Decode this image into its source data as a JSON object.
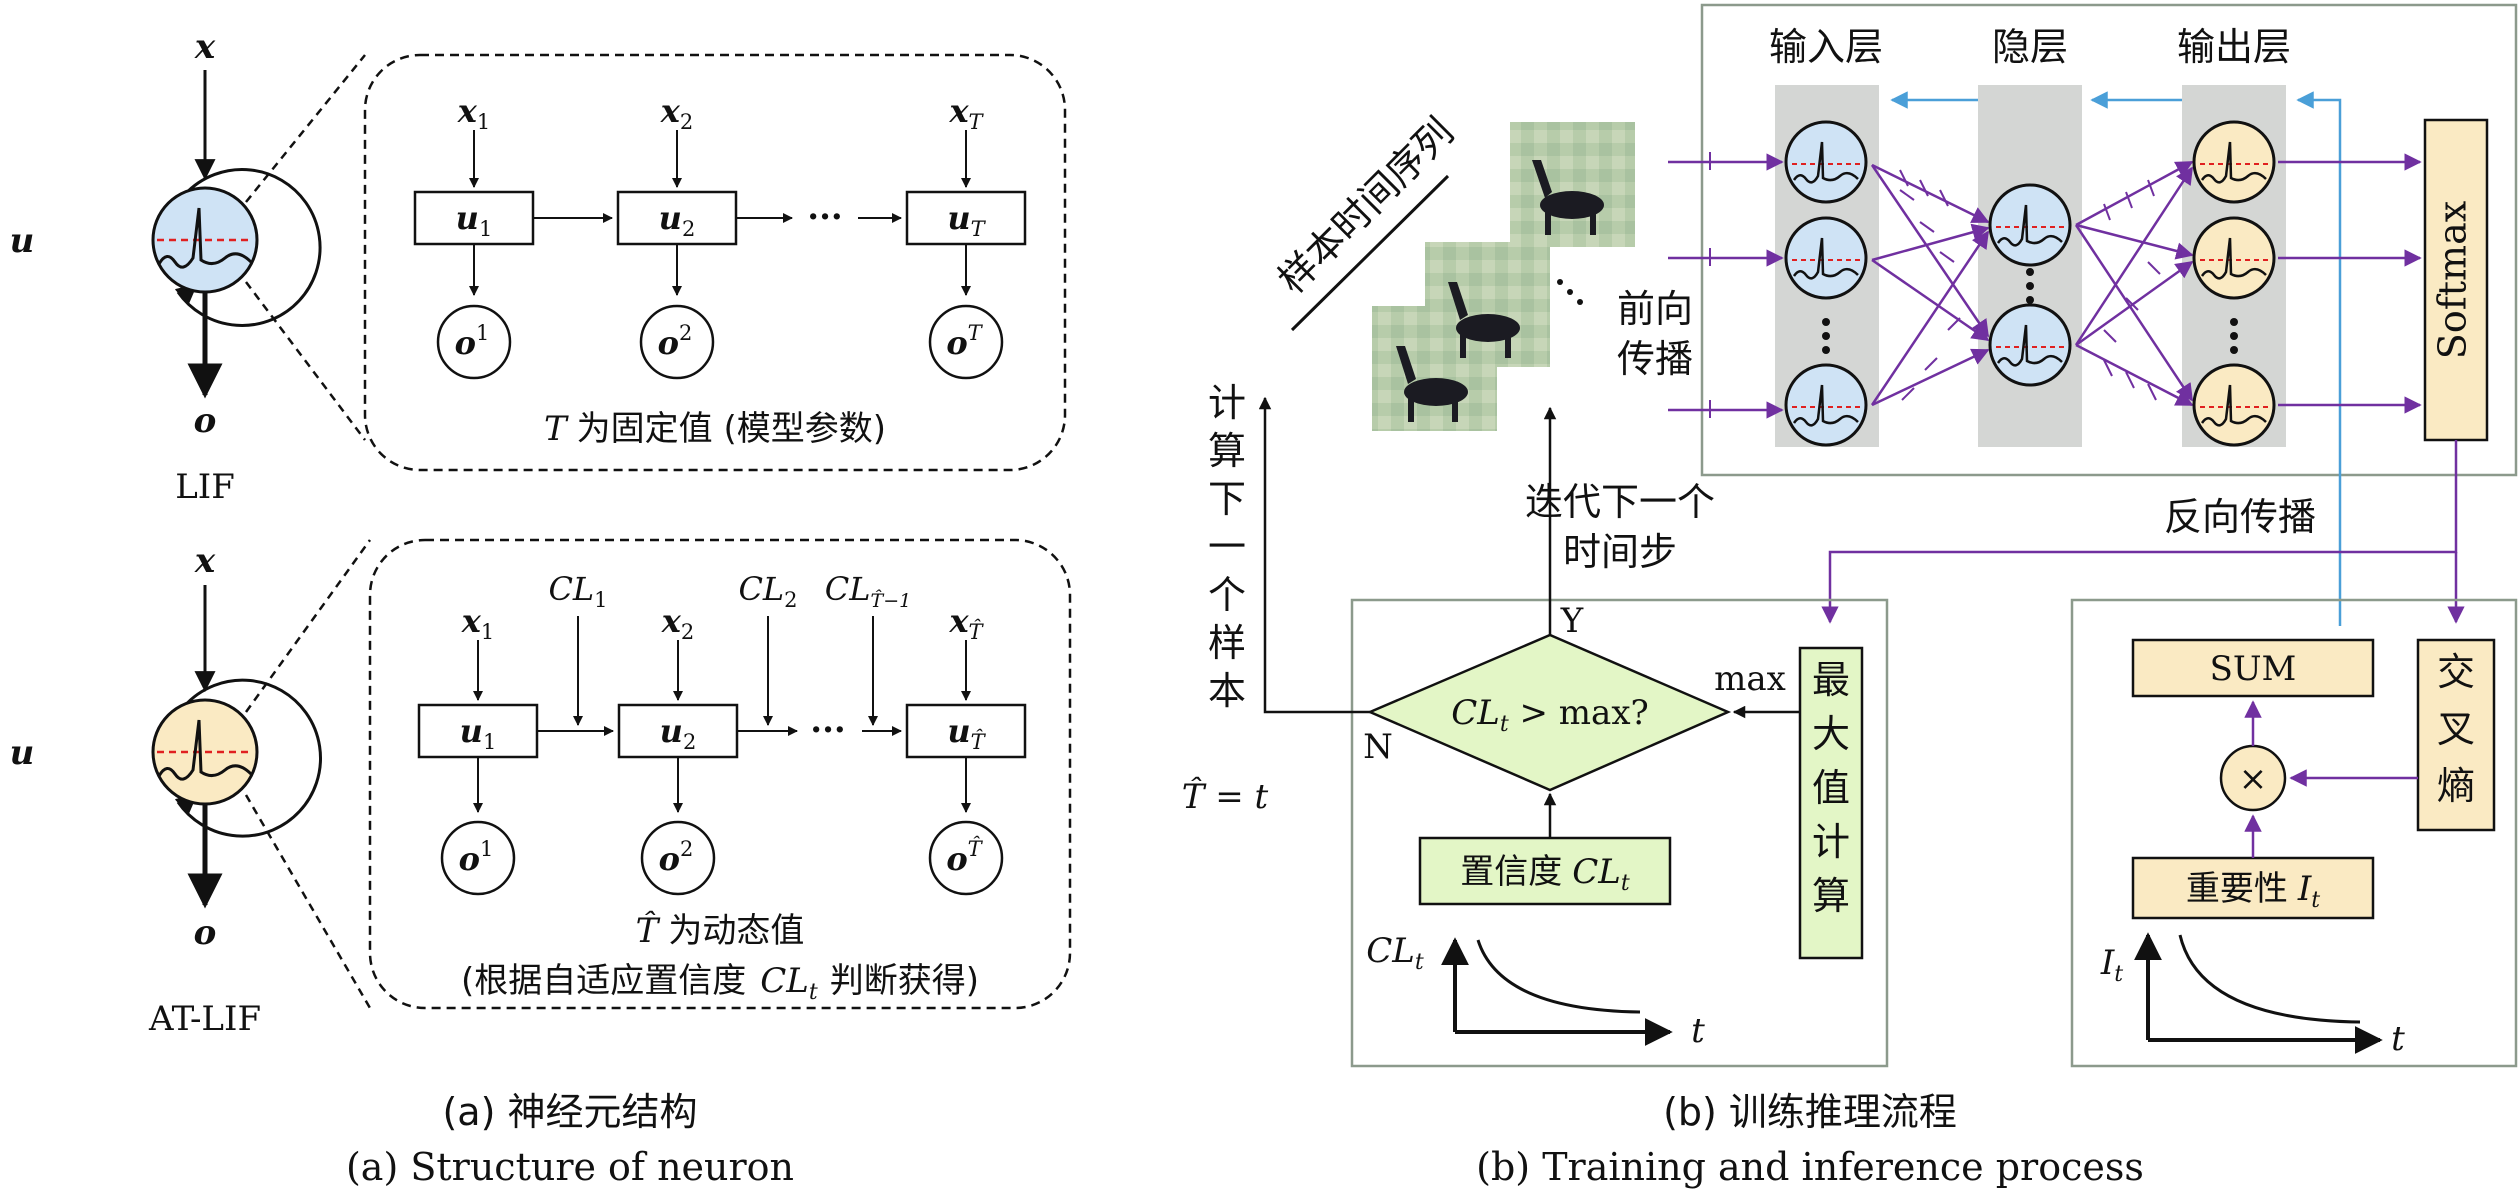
{
  "colors": {
    "neuron_blue": "#cfe3f5",
    "neuron_yellow": "#faeac3",
    "box_green": "#e3f6c6",
    "box_yellow": "#faeac3",
    "arrow_purple": "#7030a0",
    "arrow_blue": "#4a9fd8",
    "threshold_red": "#e02020",
    "layer_gray": "#d4d6d4",
    "frame_gray": "#8c9a8c"
  },
  "panel_a": {
    "lif": {
      "input": "x",
      "state": "u",
      "output": "o",
      "caption": "LIF",
      "x_labels": [
        "x",
        "x",
        "x"
      ],
      "x_subs": [
        "1",
        "2",
        "T"
      ],
      "u_labels": [
        "u",
        "u",
        "u"
      ],
      "u_subs": [
        "1",
        "2",
        "T"
      ],
      "o_labels": [
        "o",
        "o",
        "o"
      ],
      "o_sups": [
        "1",
        "2",
        "T"
      ],
      "ellipsis": "···",
      "note_var": "T",
      "note": "为固定值 (模型参数)"
    },
    "atlif": {
      "input": "x",
      "state": "u",
      "output": "o",
      "caption": "AT-LIF",
      "x_labels": [
        "x",
        "x",
        "x"
      ],
      "x_subs": [
        "1",
        "2",
        "T̂"
      ],
      "u_labels": [
        "u",
        "u",
        "u"
      ],
      "u_subs": [
        "1",
        "2",
        "T̂"
      ],
      "o_labels": [
        "o",
        "o",
        "o"
      ],
      "o_sups": [
        "1",
        "2",
        "T̂"
      ],
      "cl_labels": [
        "CL",
        "CL",
        "CL"
      ],
      "cl_subs": [
        "1",
        "2",
        "T̂−1"
      ],
      "ellipsis": "···",
      "note1_var": "T̂",
      "note1": "为动态值",
      "note2_a": "(根据自适应置信度",
      "note2_var": "CL",
      "note2_sub": "t",
      "note2_b": "判断获得)"
    },
    "caption_cn": "(a) 神经元结构",
    "caption_en": "(a) Structure of neuron"
  },
  "panel_b": {
    "input_layer": "输入层",
    "hidden_layer": "隐层",
    "output_layer": "输出层",
    "softmax": "Softmax",
    "sample_seq": "样本时间序列",
    "forward_1": "前向",
    "forward_2": "传播",
    "backward": "反向传播",
    "iterate_1": "迭代下一个",
    "iterate_2": "时间步",
    "next_sample_chars": [
      "计",
      "算",
      "下",
      "一",
      "个",
      "样",
      "本"
    ],
    "t_hat_eq": "T̂ = t",
    "decision_cl": "CL",
    "decision_sub": "t",
    "decision_rest": " > max?",
    "yes": "Y",
    "no": "N",
    "max_label": "max",
    "max_calc_chars": [
      "最",
      "大",
      "值",
      "计",
      "算"
    ],
    "confidence_cn": "置信度",
    "confidence_var": "CL",
    "confidence_sub": "t",
    "cl_axis": "CL",
    "cl_axis_sub": "t",
    "t_axis": "t",
    "sum": "SUM",
    "times": "×",
    "cross_entropy_chars": [
      "交",
      "叉",
      "熵"
    ],
    "importance_cn": "重要性",
    "importance_var": "I",
    "importance_sub": "t",
    "i_axis": "I",
    "i_axis_sub": "t",
    "t_axis2": "t",
    "caption_cn": "(b) 训练推理流程",
    "caption_en": "(b) Training and inference process"
  }
}
